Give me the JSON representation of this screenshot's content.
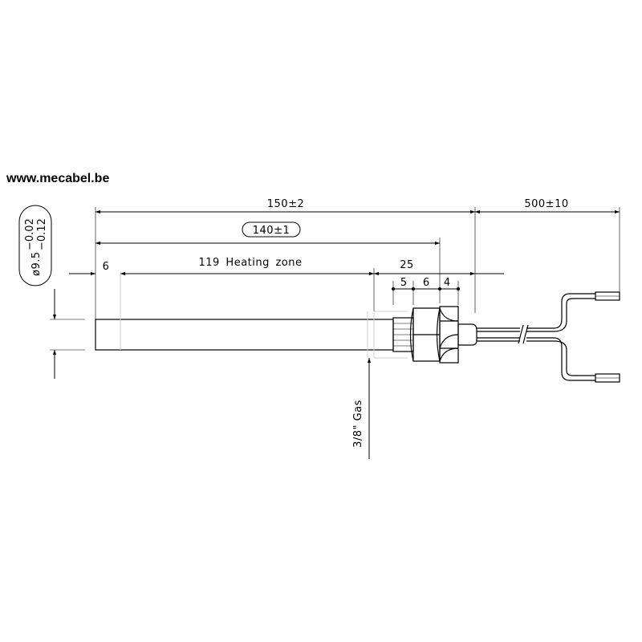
{
  "brand": {
    "website": "www.mecabel.be"
  },
  "dimensions": {
    "total_length": "150±2",
    "lead_length": "500±10",
    "insertion_length": "140±1",
    "cold_end_left": "6",
    "heating_zone": "119 Heating zone",
    "fitting_length": "25",
    "fitting_segment_1": "5",
    "fitting_segment_2": "6",
    "fitting_segment_3": "4",
    "diameter_base": "ø9.5",
    "diameter_tol_upper": "−0.02",
    "diameter_tol_lower": "−0.12",
    "thread": "3/8\" Gas"
  }
}
